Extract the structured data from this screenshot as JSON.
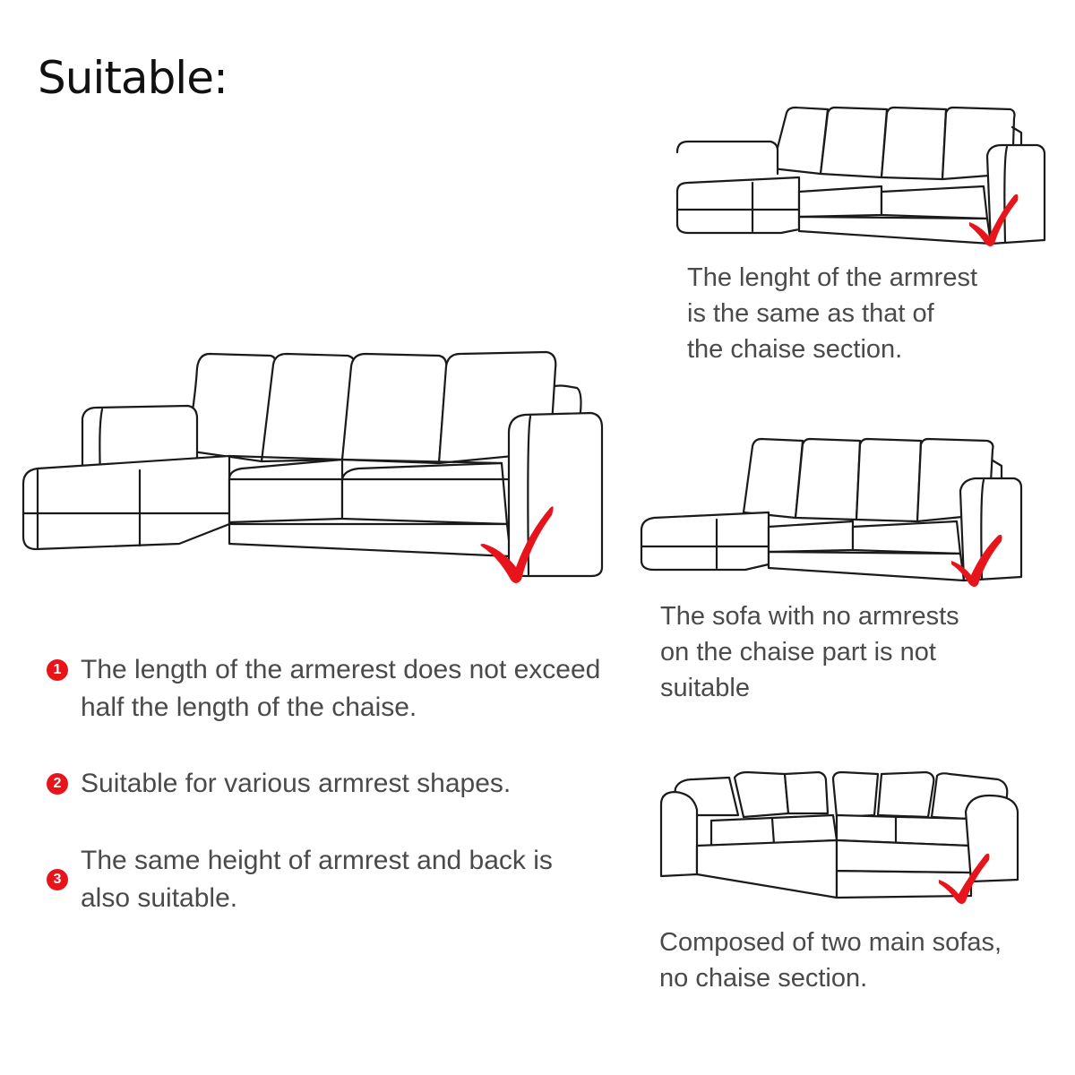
{
  "title": "Suitable:",
  "main_sofa": {
    "icon": "l-shaped-sofa-illustration",
    "mark": "check-mark-icon"
  },
  "notes": [
    {
      "number": "1",
      "lines": [
        "The length of the armerest does not exceed",
        "half the length of the chaise."
      ]
    },
    {
      "number": "2",
      "lines": [
        "Suitable for various armrest shapes."
      ]
    },
    {
      "number": "3",
      "lines": [
        "The same height of armrest and back is",
        "also suitable."
      ]
    }
  ],
  "examples": [
    {
      "icon": "chaise-sofa-illustration",
      "lines": [
        "The lenght of the armrest",
        "is the same as that of",
        "the chaise section."
      ]
    },
    {
      "icon": "armless-chaise-sofa-illustration",
      "lines": [
        "The sofa with no armrests",
        "on the chaise part is not",
        "suitable"
      ]
    },
    {
      "icon": "corner-sofa-illustration",
      "lines": [
        "Composed of two main sofas,",
        "no chaise section."
      ]
    }
  ],
  "colors": {
    "accent": "#e8141b",
    "text": "#4a4a4a",
    "title": "#111111",
    "line": "#1a1a1a"
  }
}
